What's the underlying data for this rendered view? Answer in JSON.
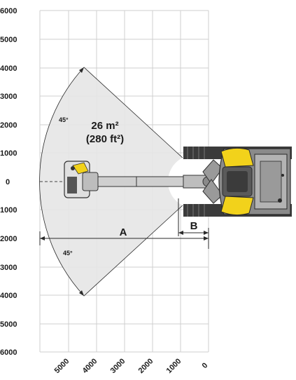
{
  "y_ticks": [
    "6000",
    "5000",
    "4000",
    "3000",
    "2000",
    "1000",
    "0",
    "1000",
    "2000",
    "3000",
    "4000",
    "5000",
    "6000"
  ],
  "x_ticks": [
    "5000",
    "4000",
    "3000",
    "2000",
    "1000",
    "0"
  ],
  "area_line1": "26 m²",
  "area_line2": "(280 ft²)",
  "angle_top": "45°",
  "angle_bottom": "45°",
  "dim_a": "A",
  "dim_b": "B",
  "colors": {
    "sector_fill": "#e6e6e6",
    "grid": "#cfcfcf",
    "excavator_yellow": "#f2d21b",
    "machine_dark": "#3b3b3b",
    "machine_mid": "#8a8a8a"
  }
}
